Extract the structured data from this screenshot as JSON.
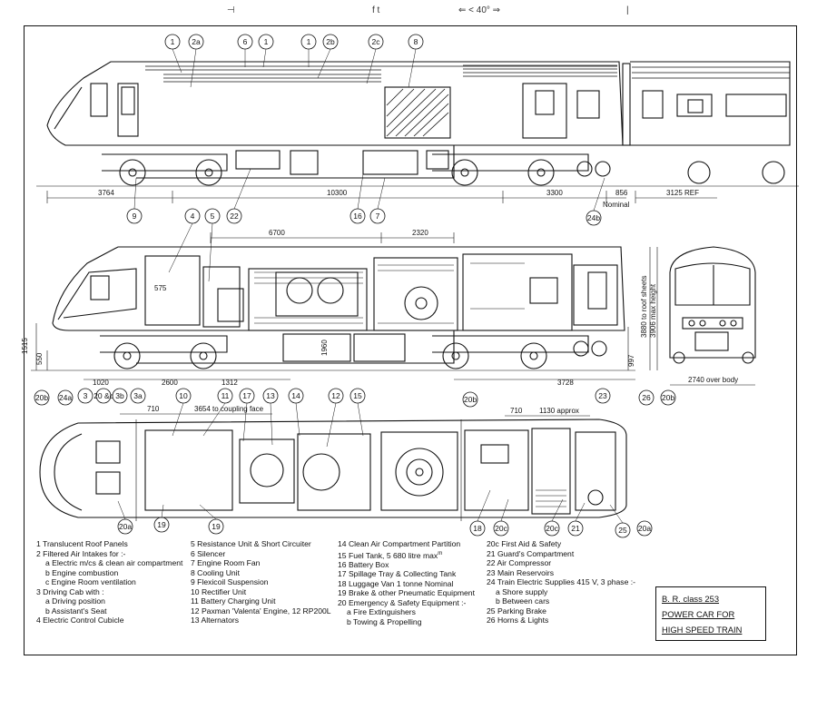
{
  "top_marks": [
    "⊣",
    "f  t",
    "⇐ < 40° ⇒",
    "|"
  ],
  "top_callouts": [
    "1",
    "2a",
    "6",
    "1",
    "1",
    "2b",
    "2c",
    "8"
  ],
  "side_callouts": [
    "9",
    "22",
    "16",
    "7",
    "24b"
  ],
  "plan_callouts_mid": [
    "4",
    "5"
  ],
  "section_callouts": [
    "20b",
    "24a",
    "3",
    "20\n&c",
    "3b",
    "3a",
    "10",
    "11",
    "17",
    "13",
    "14",
    "12",
    "15",
    "20b",
    "23",
    "26",
    "20b"
  ],
  "bottom_callouts": [
    "20a",
    "19",
    "19",
    "18",
    "20c",
    "20c",
    "21",
    "25",
    "20a"
  ],
  "dimensions": {
    "side": [
      "3764",
      "10300",
      "3300",
      "856",
      "3125 REF",
      "Nominal"
    ],
    "section_top": [
      "6700",
      "2320"
    ],
    "section": [
      "575",
      "1515",
      "550",
      "1960",
      "2600",
      "1312",
      "3728",
      "997",
      "1020"
    ],
    "plan": [
      "710",
      "3654 to coupling face",
      "710",
      "1130 approx"
    ],
    "end_view": [
      "3880 to roof sheets",
      "3906 max height",
      "2740 over body"
    ]
  },
  "legend": {
    "col1": [
      "1  Translucent Roof Panels",
      "2  Filtered Air Intakes for :-",
      "a Electric m/cs & clean air compartment",
      "b Engine combustion",
      "c Engine Room ventilation",
      "3  Driving Cab with :",
      "a Driving position",
      "b Assistant's Seat",
      "4  Electric Control Cubicle"
    ],
    "col2": [
      "5 Resistance Unit & Short Circuiter",
      "6  Silencer",
      "7  Engine Room Fan",
      "8  Cooling Unit",
      "9  Flexicoil Suspension",
      "10 Rectifier Unit",
      "11 Battery Charging Unit",
      "12 Paxman 'Valenta' Engine, 12 RP200L",
      "13 Alternators"
    ],
    "col3": [
      "14 Clean Air Compartment Partition",
      "15 Fuel Tank, 5 680 litre max",
      "16 Battery Box",
      "17 Spillage Tray & Collecting Tank",
      "18 Luggage Van 1 tonne Nominal",
      "19 Brake & other Pneumatic Equipment",
      "20 Emergency & Safety Equipment :-",
      "a Fire Extinguishers",
      "b Towing & Propelling"
    ],
    "col4": [
      "20c First Aid & Safety",
      "21  Guard's Compartment",
      "22  Air Compressor",
      "23  Main Reservoirs",
      "24  Train Electric Supplies 415 V, 3 phase :-",
      "a  Shore supply",
      "b  Between cars",
      "25  Parking Brake",
      "26  Horns & Lights"
    ]
  },
  "fuel_superscript": "m",
  "title_block": [
    "B. R. class 253",
    "POWER CAR FOR",
    "HIGH SPEED TRAIN"
  ]
}
